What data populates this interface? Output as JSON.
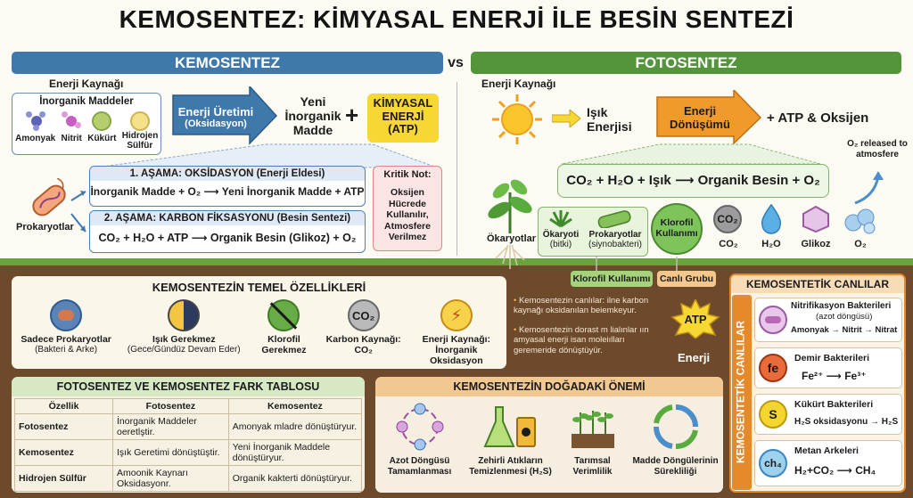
{
  "title": "KEMOSENTEZ: KİMYASAL ENERJİ İLE BESİN SENTEZİ",
  "vs": "vs",
  "colors": {
    "chemo": "#3f79ab",
    "photo": "#54953b",
    "atp": "#f7d733",
    "arrow": "#f09a2c"
  },
  "chemo": {
    "header": "KEMOSENTEZ",
    "energy_source": "Enerji Kaynağı",
    "inorganic_title": "İnorganik Maddeler",
    "inorganics": [
      "Amonyak",
      "Nitrit",
      "Kükürt",
      "Hidrojen Sülfür"
    ],
    "energy_production": "Enerji Üretimi",
    "oxidation": "(Oksidasyon)",
    "new_matter": "Yeni İnorganik Madde",
    "plus": "+",
    "chem_energy": "KİMYASAL ENERJİ (ATP)",
    "stage1_title": "1. AŞAMA: OKSİDASYON (Enerji Eldesi)",
    "stage1_eq": "İnorganik Madde + O₂ ⟶ Yeni İnorganik Madde + ATP",
    "stage2_title": "2. AŞAMA: KARBON FİKSASYONU (Besin Sentezi)",
    "stage2_eq": "CO₂ + H₂O + ATP ⟶ Organik Besin (Glikoz) + O₂",
    "critical_title": "Kritik Not:",
    "critical_text": "Oksijen Hücrede Kullanılır, Atmosfere Verilmez",
    "prokaryotes": "Prokaryotlar"
  },
  "photo": {
    "header": "FOTOSENTEZ",
    "energy_source": "Enerji Kaynağı",
    "light_energy": "Işık Enerjisi",
    "energy_conversion": "Enerji Dönüşümü",
    "result": "+ ATP & Oksijen",
    "equation": "CO₂ + H₂O + Işık ⟶ Organik Besin + O₂",
    "o2_released": "O₂ released to atmosfere",
    "eukaryotes": "Ökaryotlar",
    "eukaryote_plant": "Ökaryoti",
    "plant": "(bitki)",
    "prokaryote": "Prokaryotlar",
    "cyano": "(siynobakteri)",
    "chlorophyll_use": "Klorofil Kullanımı",
    "molecules": [
      "CO₂",
      "H₂O",
      "Glikoz",
      "O₂"
    ],
    "tag_chlorophyll": "Klorofil Kullanımı",
    "tag_group": "Canlı Grubu"
  },
  "features": {
    "title": "KEMOSENTEZİN TEMEL ÖZELLİKLERİ",
    "items": [
      {
        "label": "Sadece Prokaryotlar",
        "sub": "(Bakteri & Arke)"
      },
      {
        "label": "Işık Gerekmez",
        "sub": "(Gece/Gündüz Devam Eder)"
      },
      {
        "label": "Klorofil Gerekmez",
        "sub": ""
      },
      {
        "label": "Karbon Kaynağı: CO₂",
        "sub": ""
      },
      {
        "label": "Enerji Kaynağı: İnorganik Oksidasyon",
        "sub": ""
      }
    ]
  },
  "notes": [
    "Kemosentezin canlılar: ilne karbon kaynağı oksidanılan beiemkeyur.",
    "Kemosentezin dorast m lialınlar ıın amyasal enerji isan moleiılları geremeride dönüştüyür."
  ],
  "energy_label": "Enerji",
  "atp": "ATP",
  "table": {
    "title": "FOTOSENTEZ VE KEMOSENTEZ FARK TABLOSU",
    "headers": [
      "Özellik",
      "Fotosentez",
      "Kemosentez"
    ],
    "rows": [
      [
        "Fotosentez",
        "İnorganik Maddeler oeretlştir.",
        "Amonyak mladre dönüştüryur."
      ],
      [
        "Kemosentez",
        "Işık Geretimi dönüştüştir.",
        "Yeni İnorganik Maddele dönüştüryur."
      ],
      [
        "Hidrojen Sülfür",
        "Amoonik Kaynarı Oksidasyonr.",
        "Organik kakterti dönüştüryur."
      ]
    ]
  },
  "importance": {
    "title": "KEMOSENTEZİN DOĞADAKİ ÖNEMİ",
    "items": [
      "Azot Döngüsü Tamamlanması",
      "Zehirli Atıkların Temizlenmesi (H₂S)",
      "Tarımsal Verimlilik",
      "Madde Döngülerinin Sürekliliği"
    ]
  },
  "organisms": {
    "title": "KEMOSENTETİK CANLILAR",
    "side": "KEMOSENTETİK CANLILAR",
    "items": [
      {
        "icon": "",
        "name": "Nitrifikasyon Bakterileri",
        "sub": "(azot döngüsü)",
        "eq": "Amonyak → Nitrit → Nitrat"
      },
      {
        "icon": "fe",
        "name": "Demir Bakterileri",
        "sub": "",
        "eq": "Fe²⁺ ⟶ Fe³⁺"
      },
      {
        "icon": "S",
        "name": "Kükürt Bakterileri",
        "sub": "",
        "eq": "H₂S oksidasyonu → H₂S"
      },
      {
        "icon": "ch₄",
        "name": "Metan Arkeleri",
        "sub": "",
        "eq": "H₂+CO₂ ⟶ CH₄"
      }
    ]
  }
}
